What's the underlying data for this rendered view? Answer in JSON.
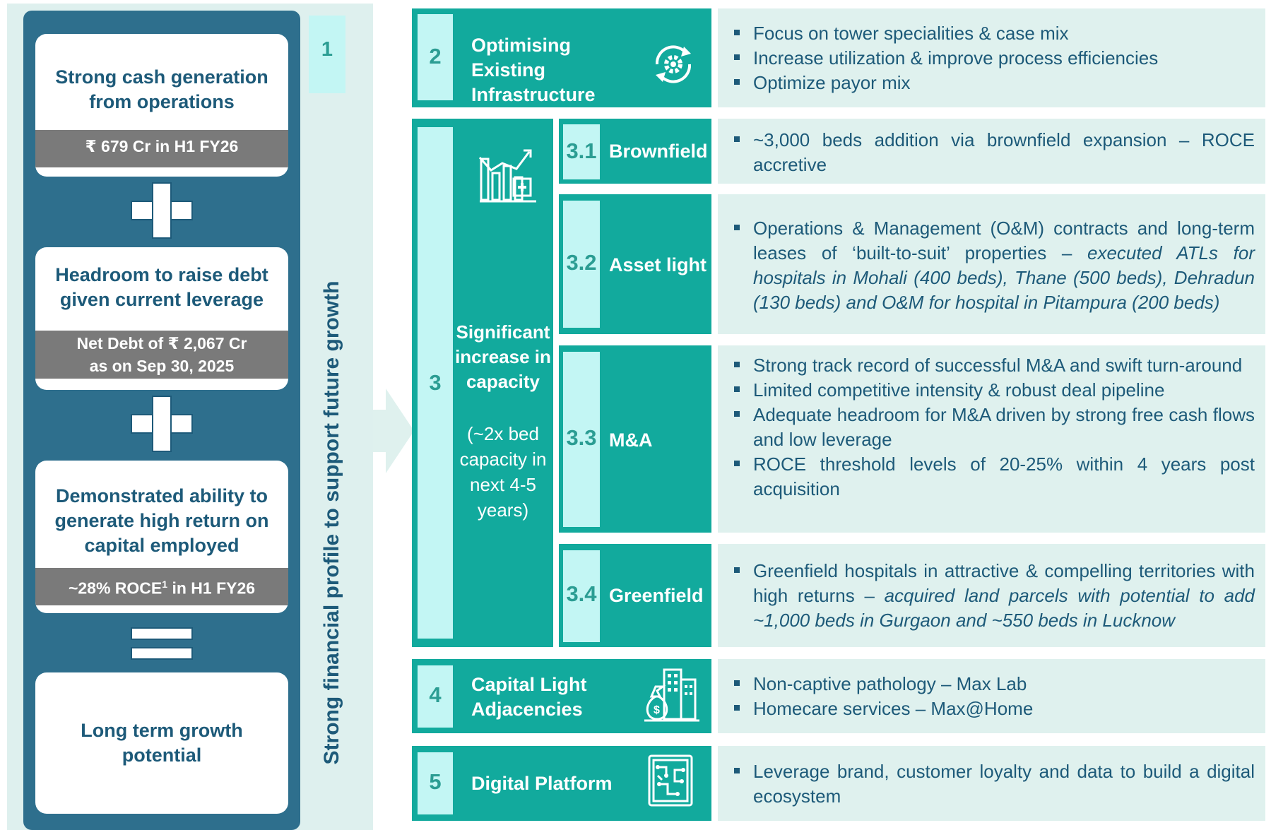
{
  "left": {
    "vertical_title": "Strong financial profile to support future growth",
    "number": "1",
    "cards": [
      {
        "title_lines": [
          "Strong cash generation",
          "from operations"
        ],
        "band_lines": [
          "₹ 679 Cr in H1 FY26"
        ]
      },
      {
        "title_lines": [
          "Headroom to raise debt",
          "given current leverage"
        ],
        "band_lines": [
          "Net Debt of ₹ 2,067 Cr",
          "as on Sep 30, 2025"
        ]
      },
      {
        "title_lines": [
          "Demonstrated ability to",
          "generate high return on",
          "capital employed"
        ],
        "band_lines": [
          "~28% ROCE",
          "1",
          " in H1 FY26"
        ]
      },
      {
        "title_lines": [
          "Long term growth",
          "potential"
        ]
      }
    ]
  },
  "pillars": {
    "p2": {
      "number": "2",
      "title_lines": [
        "Optimising Existing",
        "Infrastructure"
      ],
      "icon": "gear-cycle-icon",
      "bullets": [
        "Focus on tower specialities & case mix",
        "Increase utilization & improve process efficiencies",
        "Optimize payor mix"
      ]
    },
    "p3": {
      "number": "3",
      "icon": "growth-chart-icon",
      "title_lines": [
        "Significant",
        "increase in",
        "capacity"
      ],
      "sub_lines": [
        "(~2x bed",
        "capacity in",
        "next 4-5",
        "years)"
      ],
      "subs": [
        {
          "number": "3.1",
          "label": "Brownfield",
          "bullet": "~3,000 beds addition via brownfield expansion – ROCE accretive"
        },
        {
          "number": "3.2",
          "label": "Asset light",
          "bullet_plain": "Operations & Management (O&M) contracts and long-term leases of ‘built-to-suit’ properties – ",
          "bullet_italic": "executed ATLs for hospitals in Mohali (400 beds), Thane (500 beds), Dehradun (130 beds) and O&M for hospital in Pitampura (200 beds)"
        },
        {
          "number": "3.3",
          "label": "M&A",
          "bullets": [
            "Strong track record of successful M&A and swift turn-around",
            "Limited competitive intensity & robust deal pipeline",
            "Adequate headroom for M&A driven by strong free cash flows and low leverage",
            "ROCE threshold levels of 20-25% within 4 years post acquisition"
          ]
        },
        {
          "number": "3.4",
          "label": "Greenfield",
          "bullet_plain": "Greenfield hospitals in attractive & compelling territories with high returns – ",
          "bullet_italic": "acquired land parcels with potential to add ~1,000 beds in Gurgaon and ~550 beds in Lucknow"
        }
      ]
    },
    "p4": {
      "number": "4",
      "title_lines": [
        "Capital Light",
        "Adjacencies"
      ],
      "icon": "money-building-icon",
      "bullets": [
        "Non-captive pathology – Max Lab",
        "Homecare services – Max@Home"
      ]
    },
    "p5": {
      "number": "5",
      "title": "Digital Platform",
      "icon": "circuit-board-icon",
      "bullets": [
        "Leverage brand, customer loyalty and data to build a digital ecosystem"
      ]
    }
  },
  "colors": {
    "teal": "#12aa9d",
    "light_teal": "#c3f6f4",
    "navy": "#2e6f8d",
    "text_blue": "#1d5a79",
    "gray_band": "#7a7a7a",
    "panel": "#dff1ee"
  }
}
